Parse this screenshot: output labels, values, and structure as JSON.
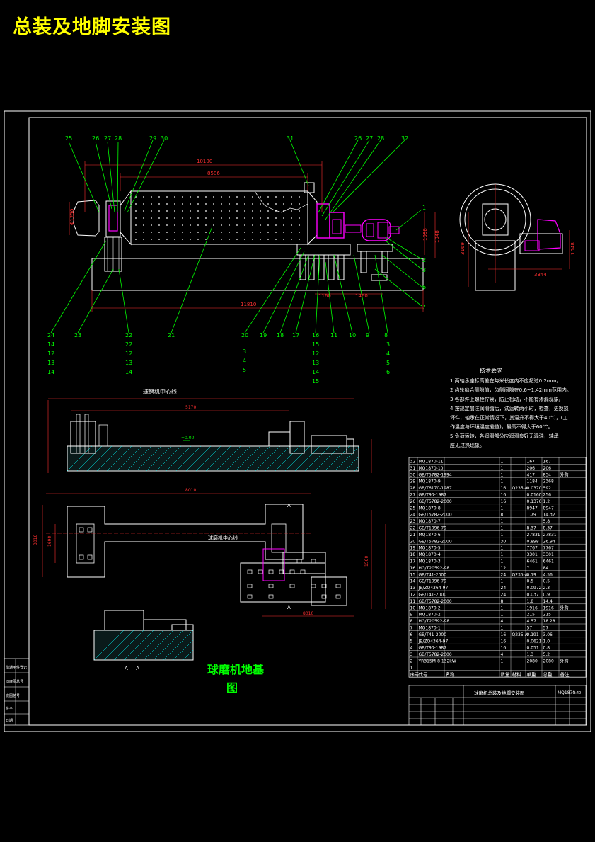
{
  "title": "总装及地脚安装图",
  "assembly": {
    "dims": {
      "total": "10100",
      "shell": "8586",
      "base_total": "11810",
      "d1": "1160",
      "d2": "1460",
      "h1": "1098",
      "h2": "1048",
      "side_h": "3169",
      "side_w": "3344",
      "left_dia": "Φ1250"
    },
    "callouts_top": [
      "25",
      "26",
      "27",
      "28",
      "29",
      "30",
      "31",
      "26",
      "27",
      "28",
      "32"
    ],
    "callouts_bottom": [
      "24",
      "23",
      "22",
      "21",
      "20",
      "19",
      "18",
      "17",
      "16",
      "11",
      "10",
      "9",
      "8"
    ],
    "callouts_right": [
      "1",
      "2",
      "3",
      "6",
      "7"
    ],
    "stack_left": [
      "14",
      "12",
      "13",
      "14"
    ],
    "stack_left2": [
      "22",
      "12",
      "13",
      "14"
    ],
    "stack_mid": [
      "3",
      "4",
      "5"
    ],
    "stack_mid2": [
      "15",
      "12",
      "13",
      "14",
      "15"
    ],
    "stack_right": [
      "3",
      "4",
      "5",
      "6"
    ]
  },
  "requirements": {
    "heading": "技术要求",
    "lines": [
      "1.两轴承座标高差在每米长度内不应超过0.2mm。",
      "2.齿轮啮合侧隙值，齿侧间隙在0.6~1.42mm范围内。",
      "3.各部件上螺栓拧紧，防止松动，不能有渗漏现象。",
      "4.按规定加注润滑脂后，试运转两小时，检查，更换损",
      "坏件，轴承在正常情况下，其温升不得大于40℃，(工",
      "作温度与环境温度差值)，最高不得大于60℃。",
      "5.负荷运转，各润滑部分应润滑良好无漏油，轴承",
      "座无过热现象。"
    ]
  },
  "foundation": {
    "title1": "球磨机地基",
    "title2": "图",
    "center_line_top": "球磨机中心线",
    "center_line_plan": "球磨机中心线",
    "section_mark": "A",
    "section_label": "A — A",
    "dims": {
      "top": "8010",
      "plan": "8010",
      "w1": "3010",
      "w2": "1690",
      "inner": "5170",
      "h1": "1500",
      "lv": "+0.00"
    }
  },
  "parts_table": {
    "rows": [
      [
        "32",
        "MQ1870-11",
        "",
        "1",
        "",
        "167",
        "167",
        ""
      ],
      [
        "31",
        "MQ1870-10",
        "",
        "1",
        "",
        "206",
        "206",
        ""
      ],
      [
        "30",
        "GB/T5782-1994",
        "",
        "1",
        "",
        "417",
        "834",
        "外购"
      ],
      [
        "29",
        "MQ1870-9",
        "",
        "1",
        "",
        "1184",
        "2368",
        ""
      ],
      [
        "28",
        "GB/T6170-1987",
        "",
        "16",
        "Q235-A",
        "0.0370",
        "592",
        ""
      ],
      [
        "27",
        "GB/T93-1987",
        "",
        "16",
        "",
        "0.0160",
        "256",
        ""
      ],
      [
        "26",
        "GB/T5782-2000",
        "",
        "16",
        "",
        "0.1376",
        "1.2",
        ""
      ],
      [
        "25",
        "MQ1870-8",
        "",
        "1",
        "",
        "8947",
        "8947",
        ""
      ],
      [
        "24",
        "GB/T5782-2000",
        "",
        "8",
        "",
        "1.79",
        "14.32",
        ""
      ],
      [
        "23",
        "MQ1870-7",
        "",
        "1",
        "",
        "",
        "5.8",
        ""
      ],
      [
        "22",
        "GB/T1096-79",
        "",
        "1",
        "",
        "8.37",
        "8.37",
        ""
      ],
      [
        "21",
        "MQ1870-6",
        "",
        "1",
        "",
        "27831",
        "27831",
        ""
      ],
      [
        "20",
        "GB/T5782-2000",
        "",
        "30",
        "",
        "0.898",
        "26.94",
        ""
      ],
      [
        "19",
        "MQ1870-5",
        "",
        "1",
        "",
        "7767",
        "7767",
        ""
      ],
      [
        "18",
        "MQ1870-4",
        "",
        "1",
        "",
        "3301",
        "3301",
        ""
      ],
      [
        "17",
        "MQ1870-3",
        "",
        "1",
        "",
        "6461",
        "6461",
        ""
      ],
      [
        "16",
        "HG/T20592-98",
        "",
        "12",
        "",
        "7",
        "84",
        ""
      ],
      [
        "15",
        "GB/T41-2000",
        "",
        "24",
        "Q235-A",
        "0.19",
        "4.56",
        ""
      ],
      [
        "14",
        "GB/T1096-79",
        "",
        "1",
        "",
        "0.5",
        "0.5",
        ""
      ],
      [
        "13",
        "JB/ZQ4364-97",
        "",
        "24",
        "",
        "0.0972",
        "2.3",
        ""
      ],
      [
        "12",
        "GB/T41-2000",
        "",
        "24",
        "",
        "0.037",
        "0.9",
        ""
      ],
      [
        "11",
        "GB/T5782-2000",
        "",
        "8",
        "",
        "1.8",
        "14.4",
        ""
      ],
      [
        "10",
        "MQ1870-2",
        "",
        "1",
        "",
        "1916",
        "1916",
        "外购"
      ],
      [
        "9",
        "MQ1870-2",
        "",
        "1",
        "",
        "215",
        "215",
        ""
      ],
      [
        "8",
        "HG/T20592-98",
        "",
        "4",
        "",
        "4.57",
        "18.28",
        ""
      ],
      [
        "7",
        "MQ1870-1",
        "",
        "1",
        "",
        "57",
        "57",
        ""
      ],
      [
        "6",
        "GB/T41-2000",
        "",
        "16",
        "Q235-A",
        "0.191",
        "3.06",
        ""
      ],
      [
        "5",
        "JB/ZQ4364-97",
        "",
        "16",
        "",
        "0.0621",
        "1.0",
        ""
      ],
      [
        "4",
        "GB/T93-1987",
        "",
        "16",
        "",
        "0.051",
        "0.8",
        ""
      ],
      [
        "3",
        "GB/T5782-2000",
        "",
        "4",
        "",
        "1.3",
        "5.2",
        ""
      ],
      [
        "2",
        "YR315M-8 132kW",
        "",
        "1",
        "",
        "2080",
        "2080",
        "外购"
      ],
      [
        "1",
        "",
        "",
        "",
        "",
        "",
        "",
        ""
      ]
    ],
    "header": [
      "序号",
      "代号",
      "名称",
      "数量",
      "材料",
      "单重",
      "总重",
      "备注"
    ],
    "block_title": "球磨机总装及地脚安装图",
    "drawing_no": "MQ1870",
    "scale": "1:40"
  },
  "left_strip": [
    "借通用件登记",
    "旧底图总号",
    "底图总号",
    "签字",
    "日期"
  ],
  "colors": {
    "bg": "#000000",
    "frame": "#ffffff",
    "green": "#00ff00",
    "yellow": "#ffff00",
    "magenta": "#ff00ff",
    "cyan": "#00ffff",
    "red": "#ff3030"
  }
}
